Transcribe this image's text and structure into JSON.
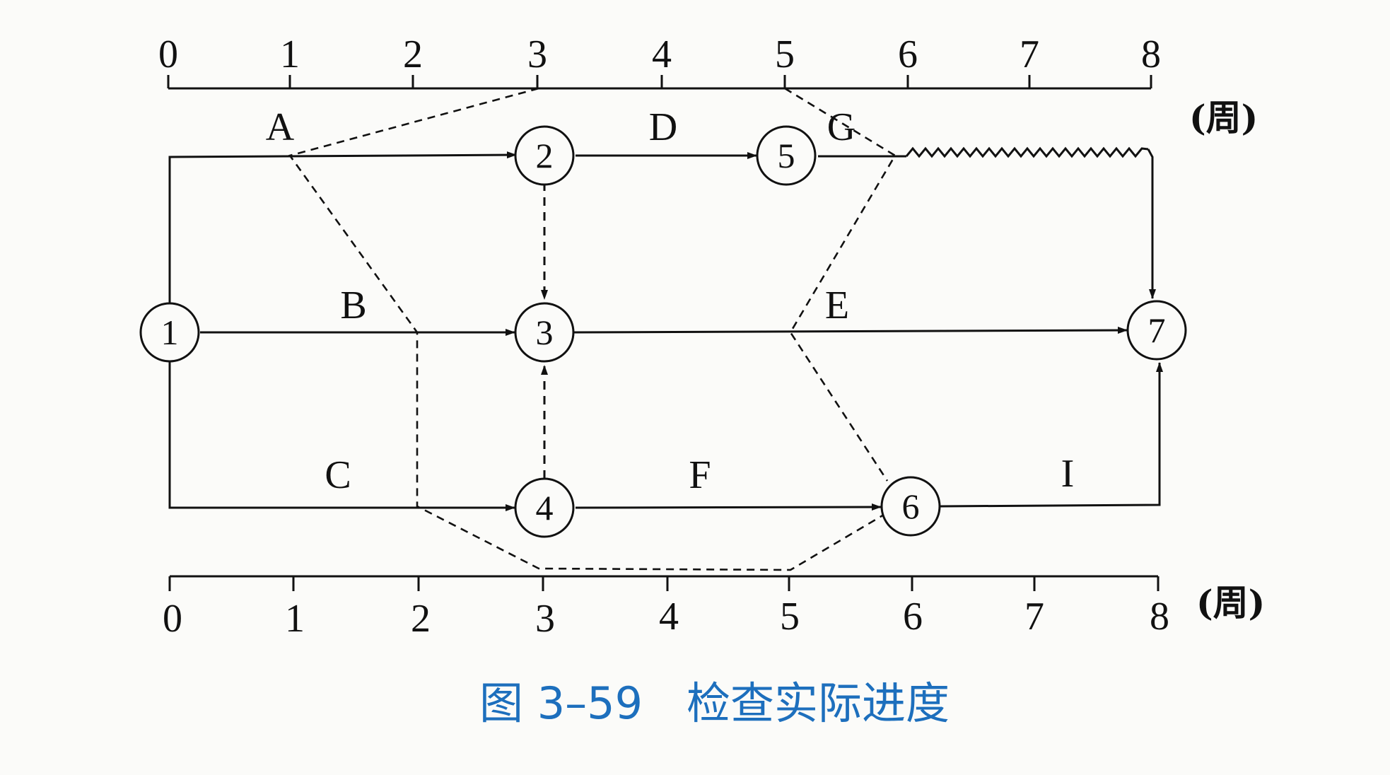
{
  "top_axis": {
    "ticks": [
      "0",
      "1",
      "2",
      "3",
      "4",
      "5",
      "6",
      "7",
      "8"
    ],
    "unit": "(周)"
  },
  "bottom_axis": {
    "ticks": [
      "0",
      "1",
      "2",
      "3",
      "4",
      "5",
      "6",
      "7",
      "8"
    ],
    "unit": "(周)"
  },
  "nodes": [
    {
      "id": "1",
      "label": "1"
    },
    {
      "id": "2",
      "label": "2"
    },
    {
      "id": "3",
      "label": "3"
    },
    {
      "id": "4",
      "label": "4"
    },
    {
      "id": "5",
      "label": "5"
    },
    {
      "id": "6",
      "label": "6"
    },
    {
      "id": "7",
      "label": "7"
    }
  ],
  "activities": [
    {
      "name": "A",
      "from": "1",
      "to": "2"
    },
    {
      "name": "B",
      "from": "1",
      "to": "3"
    },
    {
      "name": "C",
      "from": "1",
      "to": "4"
    },
    {
      "name": "D",
      "from": "2",
      "to": "5"
    },
    {
      "name": "E",
      "from": "3",
      "to": "7"
    },
    {
      "name": "F",
      "from": "4",
      "to": "6"
    },
    {
      "name": "G",
      "from": "5",
      "to": "7"
    },
    {
      "name": "I",
      "from": "6",
      "to": "7"
    }
  ],
  "caption": "图 3–59　检查实际进度"
}
